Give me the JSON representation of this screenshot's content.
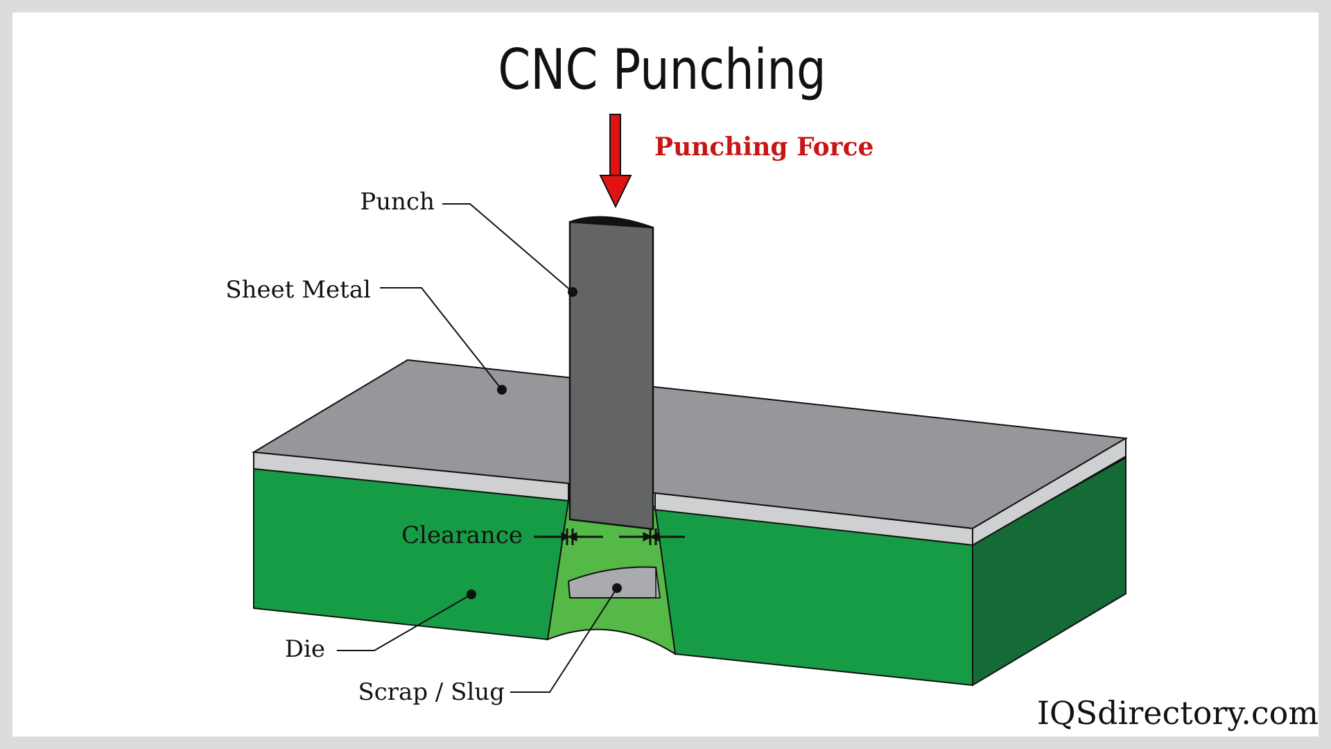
{
  "title": "CNC Punching",
  "force_label": "Punching Force",
  "labels": {
    "punch": "Punch",
    "sheet_metal": "Sheet Metal",
    "clearance": "Clearance",
    "die": "Die",
    "scrap_slug": "Scrap / Slug"
  },
  "watermark": "IQSdirectory.com",
  "colors": {
    "force_arrow": "#e01313",
    "force_text": "#c81515",
    "sheet_top": "#96979a",
    "sheet_edge": "#cfd0d2",
    "punch": "#636466",
    "die_front": "#179c46",
    "die_side": "#146b36",
    "die_cavity": "#55b947",
    "slug": "#a9abae"
  }
}
